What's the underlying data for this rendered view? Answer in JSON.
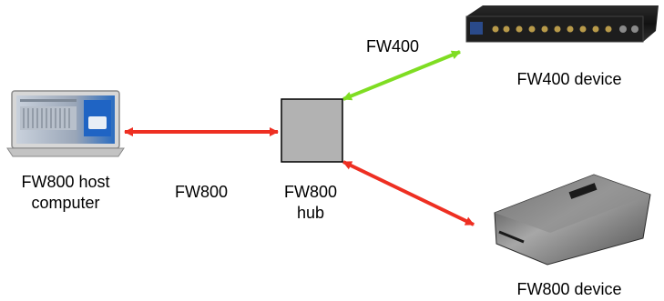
{
  "nodes": {
    "host": {
      "label_line1": "FW800 host",
      "label_line2": "computer",
      "icon": "laptop-computer-icon"
    },
    "hub": {
      "label_line1": "FW800",
      "label_line2": "hub",
      "icon": "hub-box-icon"
    },
    "fw400_device": {
      "label": "FW400 device",
      "icon": "rack-audio-interface-icon"
    },
    "fw800_device": {
      "label": "FW800 device",
      "icon": "external-hard-drive-icon"
    }
  },
  "links": {
    "host_hub": {
      "label": "FW800",
      "color": "#ee2f22"
    },
    "hub_fw400": {
      "label": "FW400",
      "color": "#7fdd22"
    },
    "hub_fw800": {
      "label": "",
      "color": "#ee2f22"
    }
  },
  "colors": {
    "hub_fill": "#b2b2b2",
    "hub_stroke": "#000000"
  }
}
